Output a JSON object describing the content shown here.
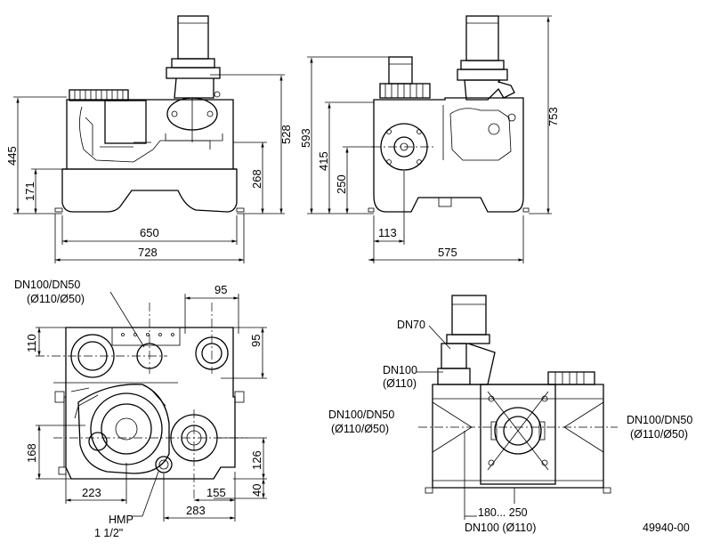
{
  "front_view": {
    "height_total_left": "445",
    "height_base_left": "171",
    "height_right_top": "528",
    "height_right_mid": "268",
    "width_inner": "650",
    "width_outer": "728"
  },
  "side_view": {
    "height_outer": "593",
    "height_mid": "415",
    "height_low": "250",
    "height_total_right": "753",
    "width_small": "113",
    "width_total": "575"
  },
  "top_view": {
    "inlet_label_line1": "DN100/DN50",
    "inlet_label_line2": "(Ø110/Ø50)",
    "dim_95_top": "95",
    "dim_95_right": "95",
    "dim_110": "110",
    "dim_168": "168",
    "dim_126": "126",
    "dim_40": "40",
    "dim_223": "223",
    "dim_155": "155",
    "dim_283": "283",
    "hmp_line1": "HMP",
    "hmp_line2": "1 1/2\""
  },
  "iso_view": {
    "dn70": "DN70",
    "dn100_line1": "DN100",
    "dn100_line2": "(Ø110)",
    "left_line1": "DN100/DN50",
    "left_line2": "(Ø110/Ø50)",
    "right_line1": "DN100/DN50",
    "right_line2": "(Ø110/Ø50)",
    "range": "180... 250",
    "bottom_dn": "DN100  (Ø110)"
  },
  "drawing_number": "49940-00"
}
